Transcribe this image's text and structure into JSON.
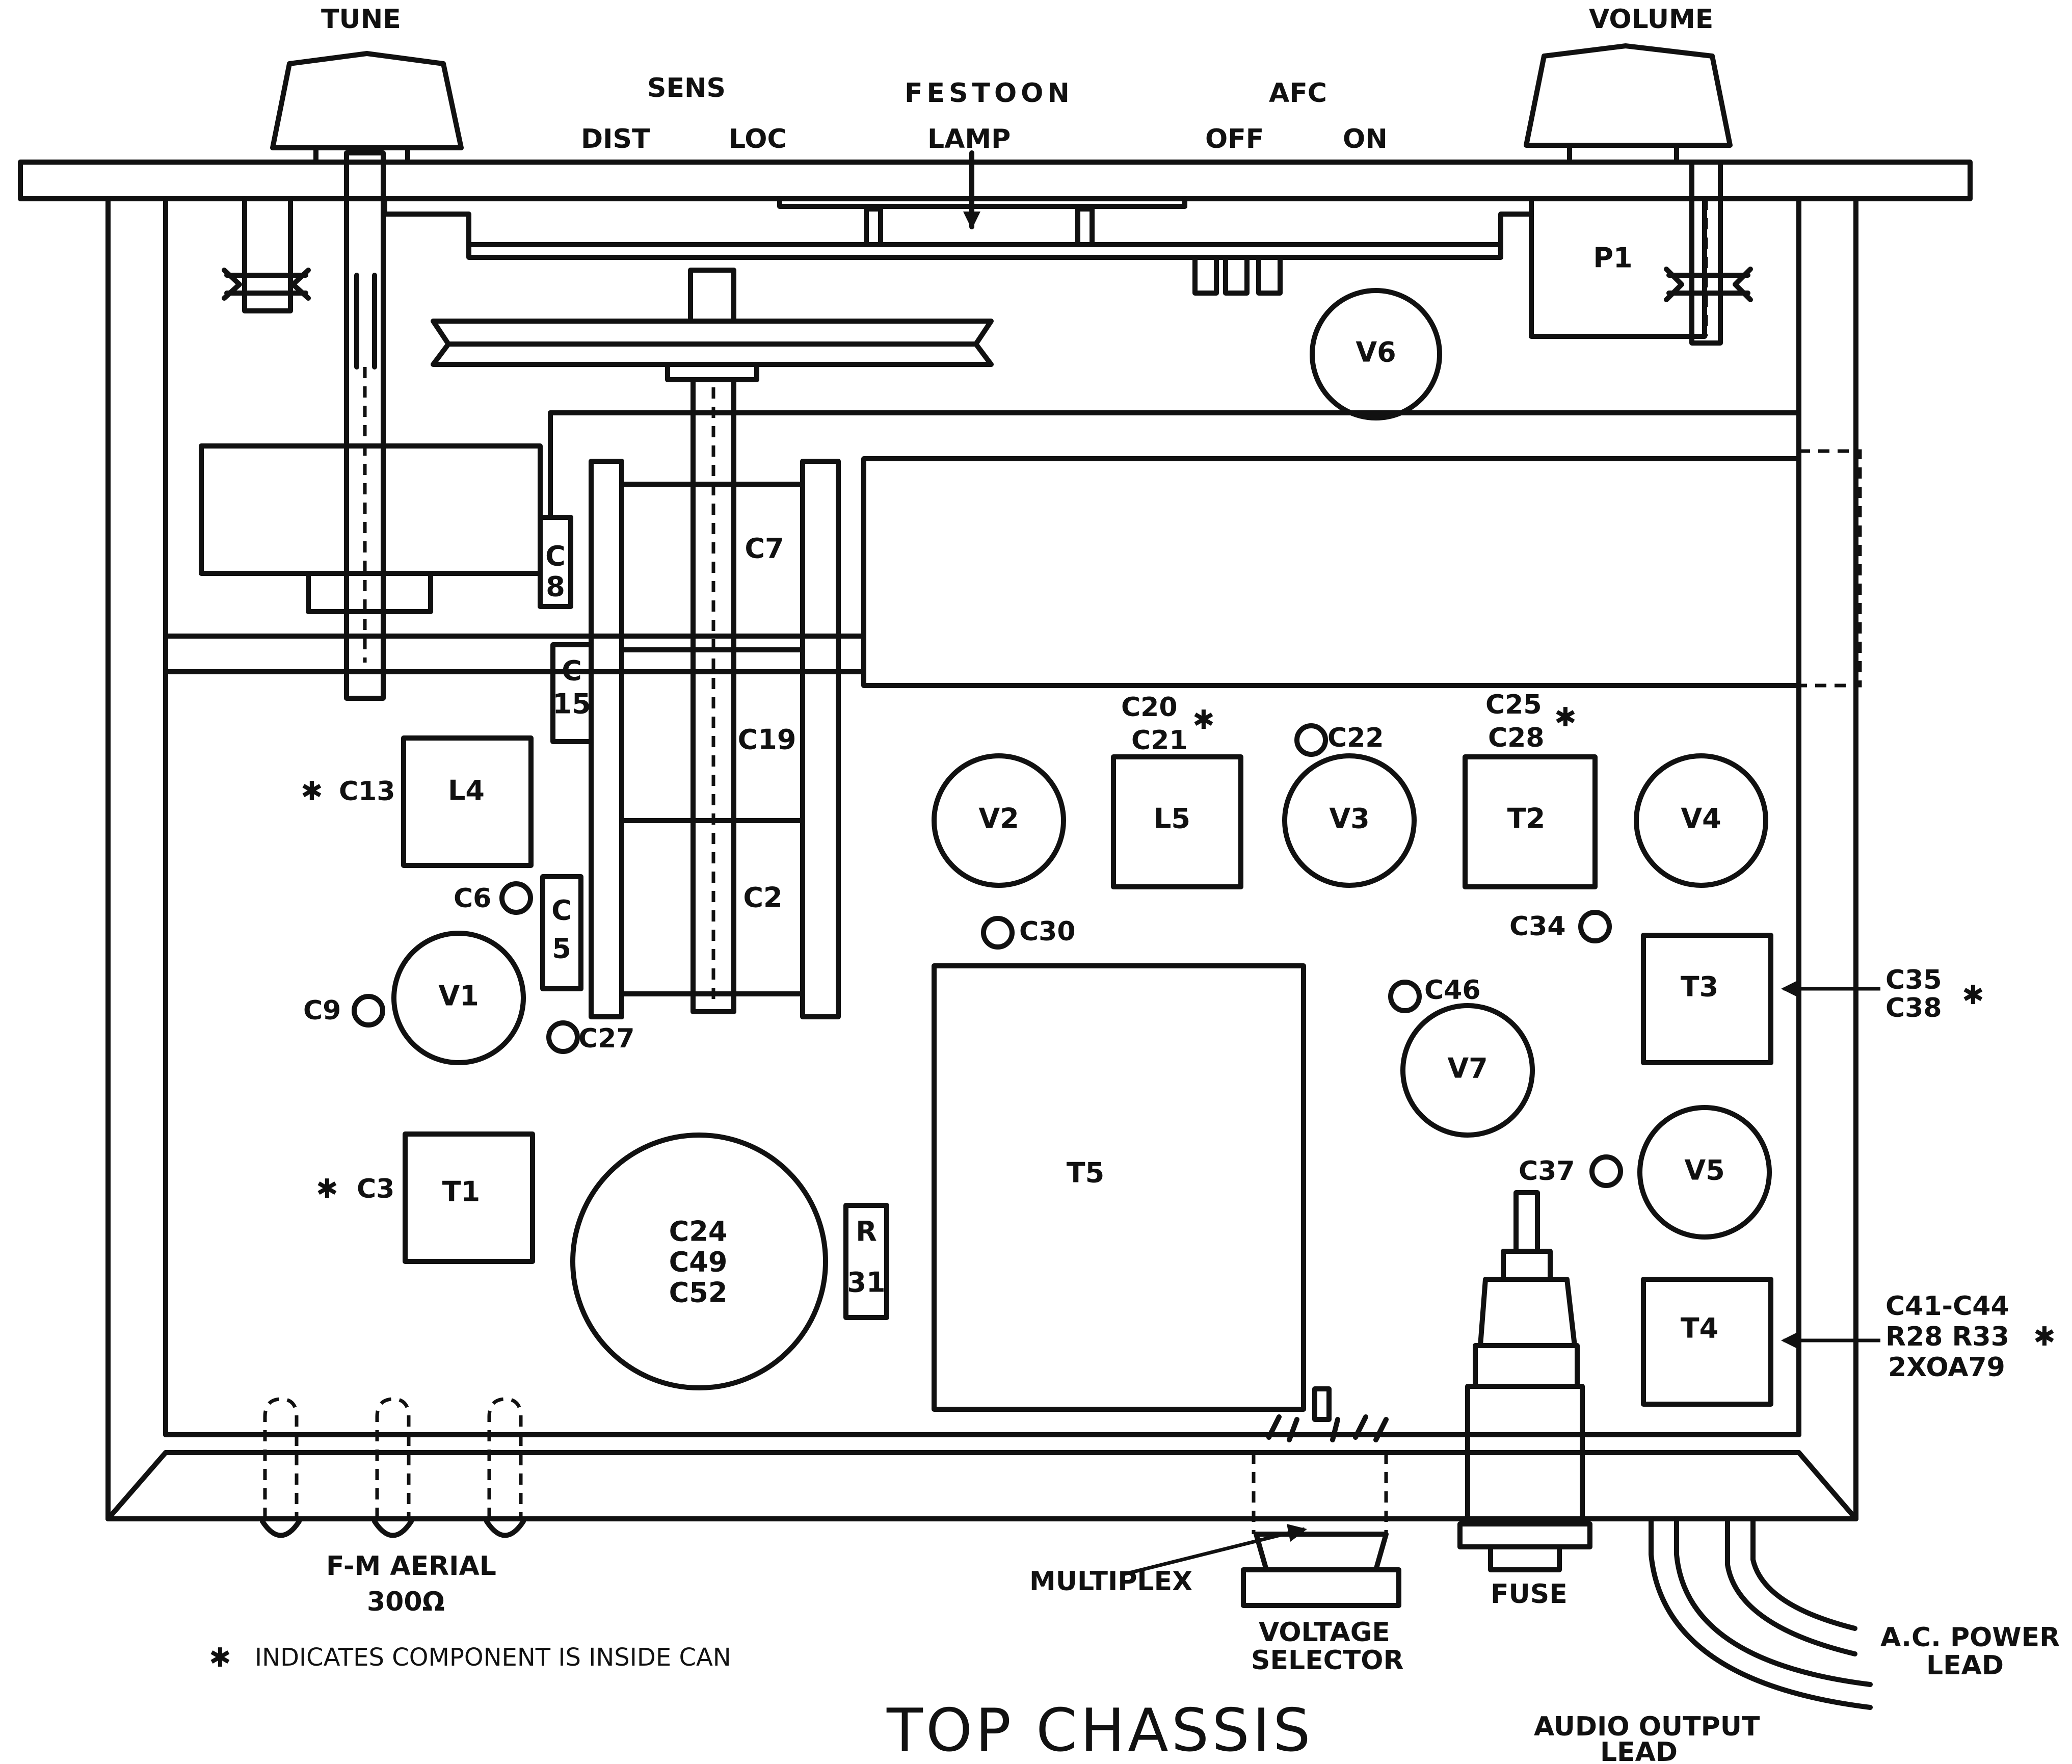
{
  "title": "TOP CHASSIS",
  "note": "INDICATES COMPONENT IS INSIDE CAN",
  "note_symbol": "✱",
  "controls": {
    "tune": "TUNE",
    "volume": "VOLUME",
    "sens": "SENS",
    "sens_dist": "DIST",
    "sens_loc": "LOC",
    "festoon_1": "FESTOON",
    "festoon_2": "LAMP",
    "afc": "AFC",
    "afc_off": "OFF",
    "afc_on": "ON"
  },
  "components": {
    "p1": "P1",
    "v6": "V6",
    "c7": "C7",
    "c8_1": "C",
    "c8_2": "8",
    "c15_1": "C",
    "c15_2": "15",
    "c19": "C19",
    "c2": "C2",
    "c5_1": "C",
    "c5_2": "5",
    "c20": "C20",
    "c21": "C21",
    "c22": "C22",
    "c25": "C25",
    "c28": "C28",
    "c13": "C13",
    "l4": "L4",
    "v2": "V2",
    "l5": "L5",
    "v3": "V3",
    "t2": "T2",
    "v4": "V4",
    "c6": "C6",
    "c30": "C30",
    "c34": "C34",
    "v1": "V1",
    "c9": "C9",
    "c27": "C27",
    "t3": "T3",
    "c46": "C46",
    "c35": "C35",
    "c38": "C38",
    "v7": "V7",
    "c3": "C3",
    "t1": "T1",
    "t5": "T5",
    "c37": "C37",
    "v5": "V5",
    "c24": "C24",
    "c49": "C49",
    "c52": "C52",
    "r31_1": "R",
    "r31_2": "31",
    "t4": "T4",
    "c41": "C41-C44",
    "r28": "R28 R33",
    "oa79": "2XOA79"
  },
  "bottom_labels": {
    "aerial_1": "F-M AERIAL",
    "aerial_2": "300Ω",
    "multiplex": "MULTIPLEX",
    "voltage_1": "VOLTAGE",
    "voltage_2": "SELECTOR",
    "fuse": "FUSE",
    "power_1": "A.C. POWER",
    "power_2": "LEAD",
    "audio_1": "AUDIO OUTPUT",
    "audio_2": "LEAD"
  }
}
